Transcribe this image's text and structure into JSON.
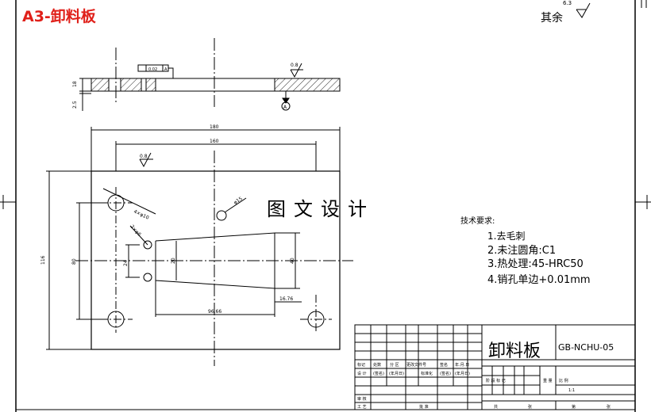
{
  "header": {
    "sheet_title": "A3-卸料板",
    "roughness_note": "其余",
    "roughness_value": "6.3"
  },
  "watermark": "图文设计",
  "tech_requirements": {
    "title": "技术要求:",
    "items": [
      "1.去毛刺",
      "2.未注圆角:C1",
      "3.热处理:45-HRC50",
      "4.销孔单边+0.01mm"
    ]
  },
  "dimensions": {
    "thickness": "18",
    "step_depth": "2.5",
    "roughness_side": "0.8",
    "roughness_plan": "0.8",
    "overall_length": "180",
    "inner_length": "160",
    "overall_height": "116",
    "hole_dia_large": "4×φ10",
    "hole_dia_small": "φ15",
    "pin_hole": "2×φ6",
    "left_height": "80",
    "pin_spacing": "24",
    "slot_small": "20",
    "slot_big": "40",
    "slot_length": "96.66",
    "slot_offset": "16.76",
    "datum": "A",
    "tolerance": "0.02"
  },
  "title_block": {
    "part_name": "卸料板",
    "drawing_code": "GB-NCHU-05",
    "labels": {
      "mark": "标记",
      "count": "处数",
      "zone": "分 区",
      "change_doc": "更改文件号",
      "signature": "签名",
      "date": "年.月.日",
      "design": "设 计",
      "sign1": "(签名)",
      "date1": "(年月日)",
      "standard": "标准化",
      "sign2": "(签名)",
      "date2": "(年月日)",
      "stage_mark": "阶 段 标 记",
      "weight": "重 量",
      "scale": "比 例",
      "review": "审 核",
      "process": "工 艺",
      "approve": "批 准",
      "total": "共",
      "sheet_of": "张",
      "sheet": "第",
      "sheet_unit": "张",
      "ratio": "1:1"
    }
  }
}
